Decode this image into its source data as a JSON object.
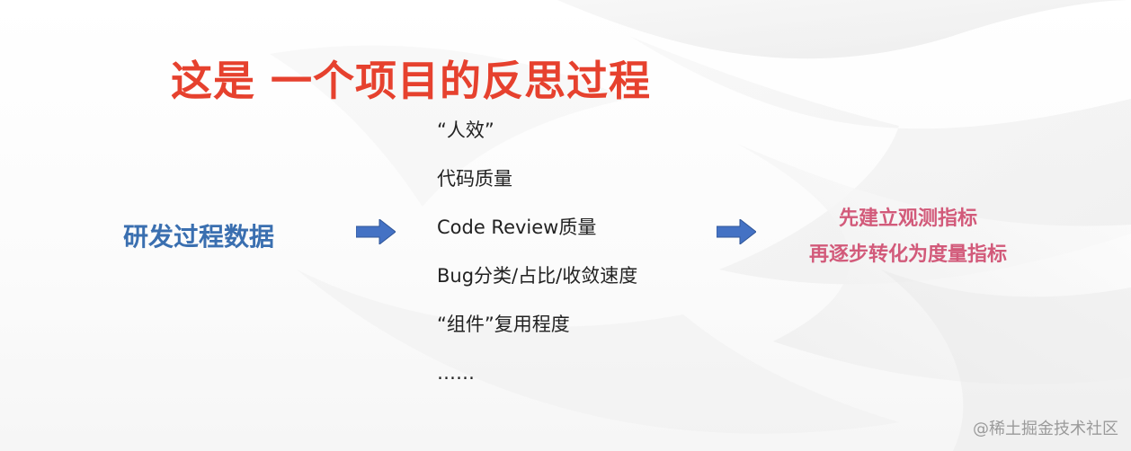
{
  "title": "这是 一个项目的反思过程",
  "left_label": "研发过程数据",
  "items": [
    "“人效”",
    "代码质量",
    "Code Review质量",
    "Bug分类/占比/收敛速度",
    "“组件”复用程度",
    "……"
  ],
  "right_lines": [
    "先建立观测指标",
    "再逐步转化为度量指标"
  ],
  "watermark": "@稀土掘金技术社区",
  "colors": {
    "title": "#e6412e",
    "left_label": "#3a6fb0",
    "arrow": "#4472c4",
    "right_text": "#d25a7a"
  }
}
